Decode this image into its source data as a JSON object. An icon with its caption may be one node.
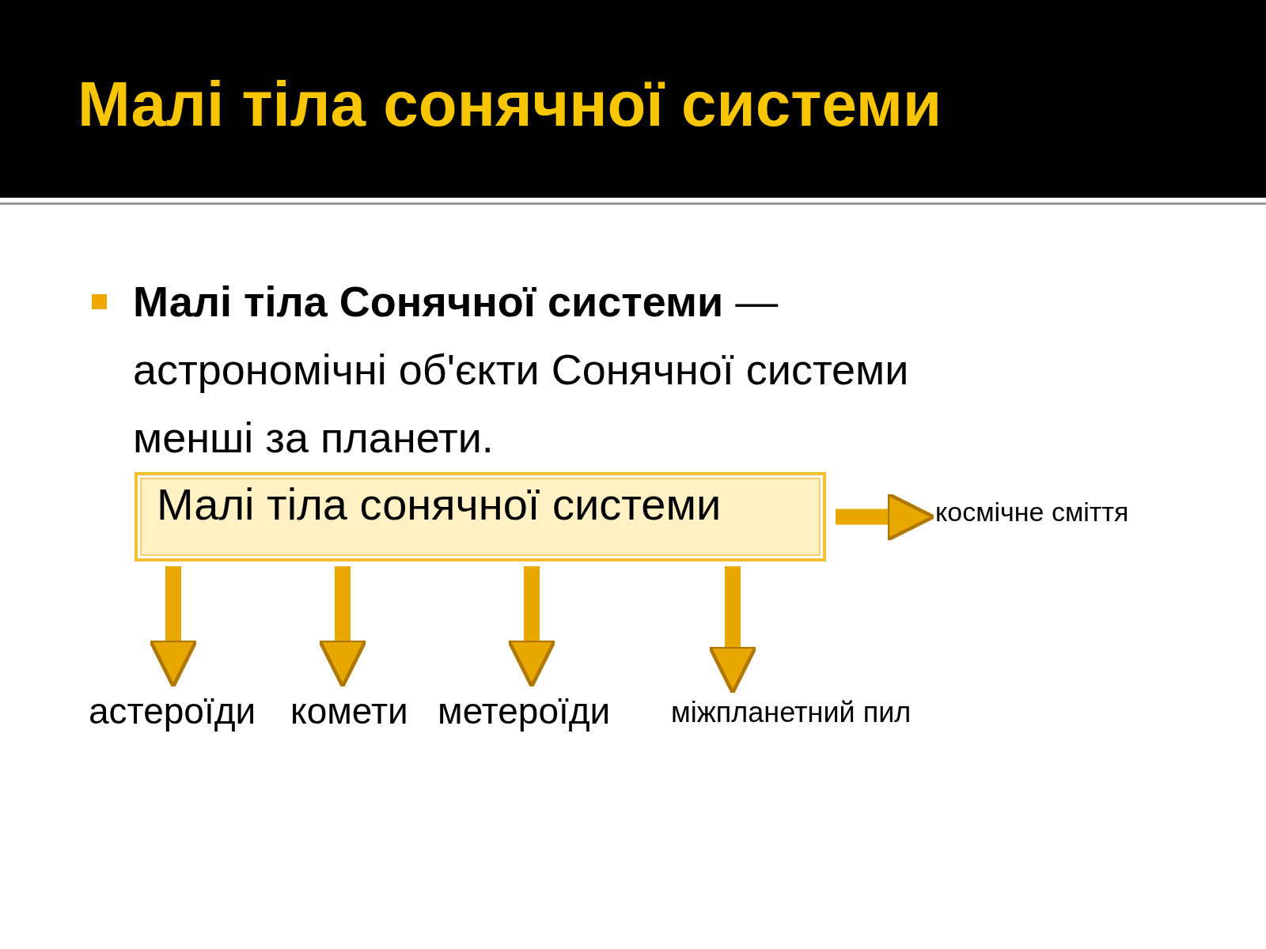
{
  "diagram": {
    "title": "Малі тіла сонячної системи",
    "nodes": [
      {
        "text": [
          "Малі тіла сонячної системи"
        ]
      },
      {
        "text": [
          "астероїди"
        ]
      },
      {
        "text": [
          "комети"
        ]
      },
      {
        "text": [
          "метероїди"
        ]
      },
      {
        "text": [
          "міжпланетний пил"
        ]
      },
      {
        "text": [
          "космічне сміття"
        ]
      }
    ],
    "edges": [
      {
        "from": 0,
        "to": 1,
        "arrow": "to"
      },
      {
        "from": 0,
        "to": 2,
        "arrow": "to"
      },
      {
        "from": 0,
        "to": 3,
        "arrow": "to"
      },
      {
        "from": 0,
        "to": 4,
        "arrow": "to"
      },
      {
        "from": 0,
        "to": 5,
        "arrow": "to"
      }
    ],
    "labels": [
      "**Малі тіла Сонячної системи** — астрономічні об'єкти Сонячної системи менші за планети."
    ]
  }
}
